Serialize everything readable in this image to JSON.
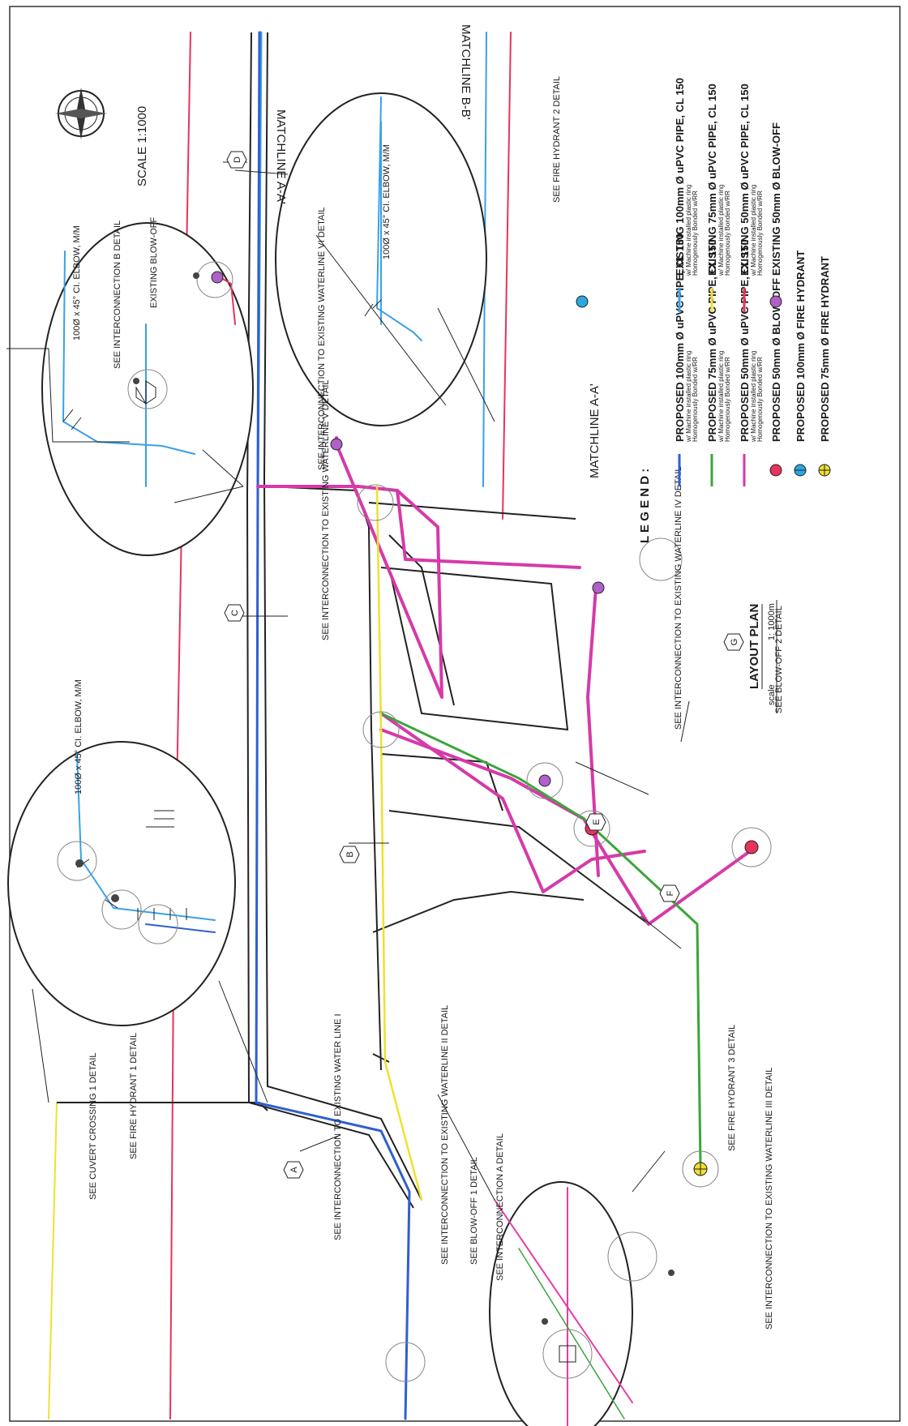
{
  "drawing": {
    "title": "LAYOUT PLAN",
    "scale_word": "scale",
    "scale_value": "1: 1000m",
    "scale_top": "SCALE 1:1000",
    "matchline_aa": "MATCHLINE A-A'",
    "matchline_bb": "MATCHLINE B-B'",
    "matchline_aa_lower": "MATCHLINE A-A'"
  },
  "legend": {
    "title": "L E G E N D :",
    "items": [
      {
        "main": "PROPOSED 100mm Ø uPVC PIPE, CL 150",
        "sub1": "w/ Machine installed plastic ring",
        "sub2": "Homogenously Bonded w/RR",
        "color": "#2f5fd0",
        "symbol": "line"
      },
      {
        "main": "PROPOSED 75mm Ø uPVC PIPE, CL 150",
        "sub1": "w/ Machine installed plastic ring",
        "sub2": "Homogenously Bonded w/RR",
        "color": "#3aa53a",
        "symbol": "line"
      },
      {
        "main": "PROPOSED 50mm Ø uPVC PIPE, CL 150",
        "sub1": "w/ Machine installed plastic ring",
        "sub2": "Homogenously Bonded w/RR",
        "color": "#d63aa8",
        "symbol": "line"
      },
      {
        "main": "PROPOSED 50mm Ø BLOW-OFF",
        "color": "#e8335a",
        "symbol": "circle"
      },
      {
        "main": "PROPOSED 100mm Ø FIRE HYDRANT",
        "color": "#2aa8e0",
        "symbol": "hydrant"
      },
      {
        "main": "PROPOSED 75mm Ø FIRE HYDRANT",
        "color": "#f0e030",
        "symbol": "hydrant"
      },
      {
        "main": "EXISTING 100mm Ø uPVC PIPE, CL 150",
        "sub1": "w/ Machine installed plastic ring",
        "sub2": "Homogenously Bonded w/RR",
        "color": "#3aa0e8",
        "symbol": "line"
      },
      {
        "main": "EXISTING 75mm Ø uPVC PIPE, CL 150",
        "sub1": "w/ Machine installed plastic ring",
        "sub2": "Homogenously Bonded w/RR",
        "color": "#f0e030",
        "symbol": "line"
      },
      {
        "main": "EXISTING 50mm Ø uPVC PIPE, CL 150",
        "sub1": "w/ Machine installed plastic ring",
        "sub2": "Homogenously Bonded w/RR",
        "color": "#e8335a",
        "symbol": "line"
      },
      {
        "main": "EXISTING 50mm Ø BLOW-OFF",
        "color": "#b060c8",
        "symbol": "circle"
      }
    ]
  },
  "callouts": {
    "culvert": "SEE CUVERT CROSSING 1 DETAIL",
    "hydrant1": "SEE FIRE HYDRANT 1 DETAIL",
    "wl1": "SEE INTERCONNECTION TO EXISTING WATER LINE I",
    "wl2": "SEE INTERCONNECTION TO EXISTING WATERLINE II DETAIL",
    "blowoff1": "SEE BLOW-OFF 1 DETAIL",
    "interA": "SEE INTERCONNECTION A DETAIL",
    "hydrant3": "SEE FIRE HYDRANT 3 DETAIL",
    "wl3": "SEE INTERCONNECTION TO EXISTING WATERLINE III DETAIL",
    "blowoff2": "SEE BLOW-OFF 2 DETAIL",
    "wl4": "SEE INTERCONNECTION TO EXISTING WATERLINE IV DETAIL",
    "wl5": "SEE INTERCONNECTION TO EXISTING WATERLINE V DETAIL",
    "wl6": "SEE INTERCONNECTION TO EXISTING WATERLINE VI DETAIL",
    "interB": "SEE INTERCONNECTION B DETAIL",
    "exblow": "EXISTING BLOW-OFF",
    "elbow1": "100Ø x 45° CI. ELBOW, M/M",
    "elbow2": "100Ø x 45° CI. ELBOW, M/M",
    "elbow3": "100Ø x 45° CI. ELBOW, M/M",
    "hydrant2": "SEE FIRE HYDRANT 2 DETAIL"
  },
  "sections": [
    "A",
    "B",
    "C",
    "D",
    "E",
    "F",
    "G"
  ]
}
